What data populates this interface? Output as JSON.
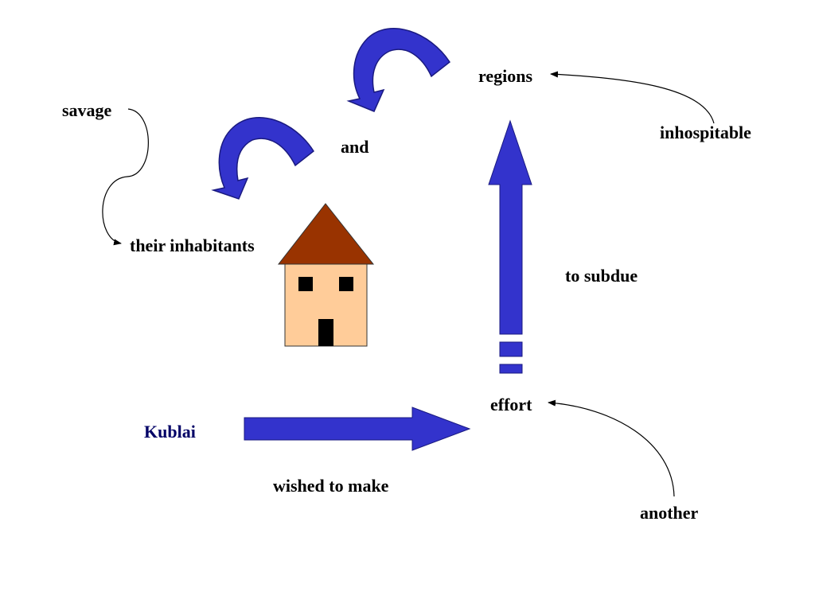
{
  "diagram": {
    "subject": "Kublai",
    "words": {
      "regions": "regions",
      "savage": "savage",
      "inhospitable": "inhospitable",
      "and": "and",
      "their_inhabitants": "their inhabitants",
      "to_subdue": "to subdue",
      "effort": "effort",
      "kublai": "Kublai",
      "wished_to_make": "wished to make",
      "another": "another"
    },
    "colors": {
      "arrow_fill": "#3333cc",
      "arrow_dark": "#1a1a80",
      "roof": "#993300",
      "house_wall": "#ffcc99",
      "house_window": "#000000",
      "subject_text": "#000066",
      "text": "#000000",
      "connector": "#000000"
    },
    "icons": {
      "house": "house-icon",
      "curved_arrows": "curved-arrow-icon"
    }
  }
}
